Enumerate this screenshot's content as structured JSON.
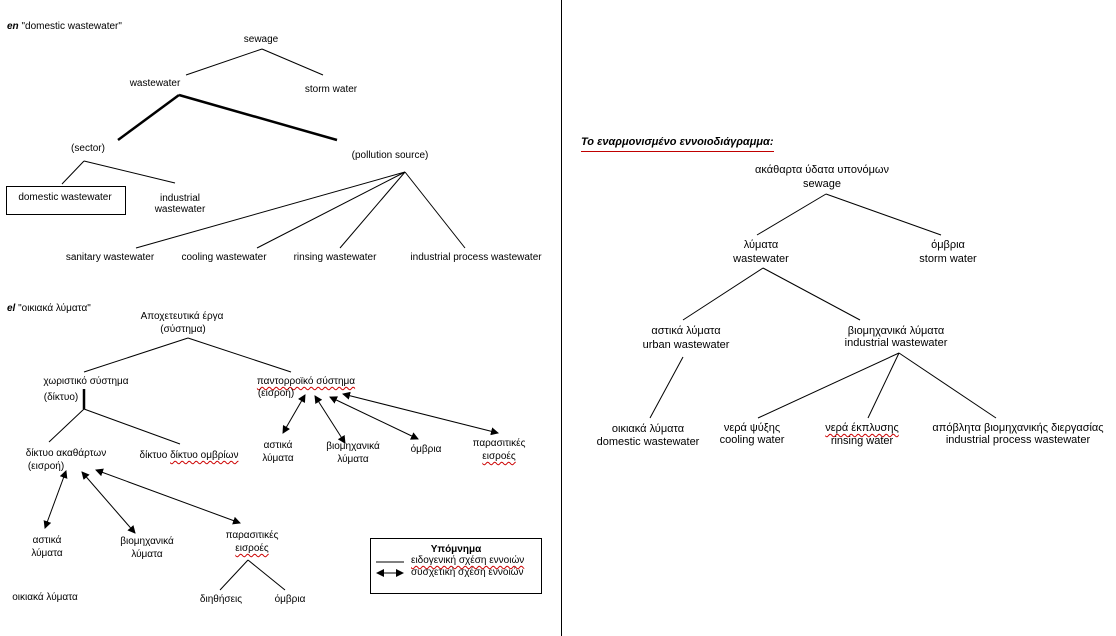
{
  "en_section": {
    "tag": "en",
    "title": "\"domestic wastewater\"",
    "sewage": "sewage",
    "wastewater": "wastewater",
    "storm_water": "storm water",
    "sector": "(sector)",
    "pollution_source": "(pollution source)",
    "domestic_wastewater": "domestic wastewater",
    "industrial": "industrial",
    "industrial_2": "wastewater",
    "sanitary": "sanitary wastewater",
    "cooling": "cooling wastewater",
    "rinsing": "rinsing wastewater",
    "process": "industrial process wastewater"
  },
  "el_section": {
    "tag": "el",
    "title": "\"οικιακά λύματα\"",
    "root_1": "Αποχετευτικά έργα",
    "root_2": "(σύστημα)",
    "separate_1": "χωριστικό σύστημα",
    "separate_2": "(δίκτυο)",
    "combined_1": "παντορροϊκό σύστημα",
    "combined_2": "(εισροή)",
    "urban_a_1": "αστικά",
    "urban_a_2": "λύματα",
    "ind_a_1": "βιομηχανικά",
    "ind_a_2": "λύματα",
    "storm_a": "όμβρια",
    "parasitic_a_1": "παρασιτικές",
    "parasitic_a_2": "εισροές",
    "sewer_1": "δίκτυο ακαθάρτων",
    "sewer_2": "(εισροή)",
    "stormnet": "δίκτυο ομβρίων",
    "urban_b_1": "αστικά",
    "urban_b_2": "λύματα",
    "ind_b_1": "βιομηχανικά",
    "ind_b_2": "λύματα",
    "parasitic_b_1": "παρασιτικές",
    "parasitic_b_2": "εισροές",
    "household": "οικιακά λύματα",
    "infiltration": "διηθήσεις",
    "storm_b": "όμβρια"
  },
  "legend": {
    "title": "Υπόμνημα",
    "generic": "ειδογενική σχέση εννοιών",
    "associative": "συσχετική σχέση εννοιών"
  },
  "harmonized": {
    "title": "Το εναρμονισμένο εννοιοδιάγραμμα:",
    "root_el": "ακάθαρτα ύδατα υπονόμων",
    "root_en": "sewage",
    "ww_el": "λύματα",
    "ww_en": "wastewater",
    "storm_el": "όμβρια",
    "storm_en": "storm water",
    "urban_el": "αστικά λύματα",
    "urban_en": "urban wastewater",
    "ind_el": "βιομηχανικά λύματα",
    "ind_en": "industrial wastewater",
    "domestic_el": "οικιακά λύματα",
    "domestic_en": "domestic wastewater",
    "cooling_el": "νερά ψύξης",
    "cooling_en": "cooling water",
    "rinsing_el": "νερά έκπλυσης",
    "rinsing_en": "rinsing water",
    "process_el": "απόβλητα βιομηχανικής διεργασίας",
    "process_en": "industrial process wastewater"
  }
}
